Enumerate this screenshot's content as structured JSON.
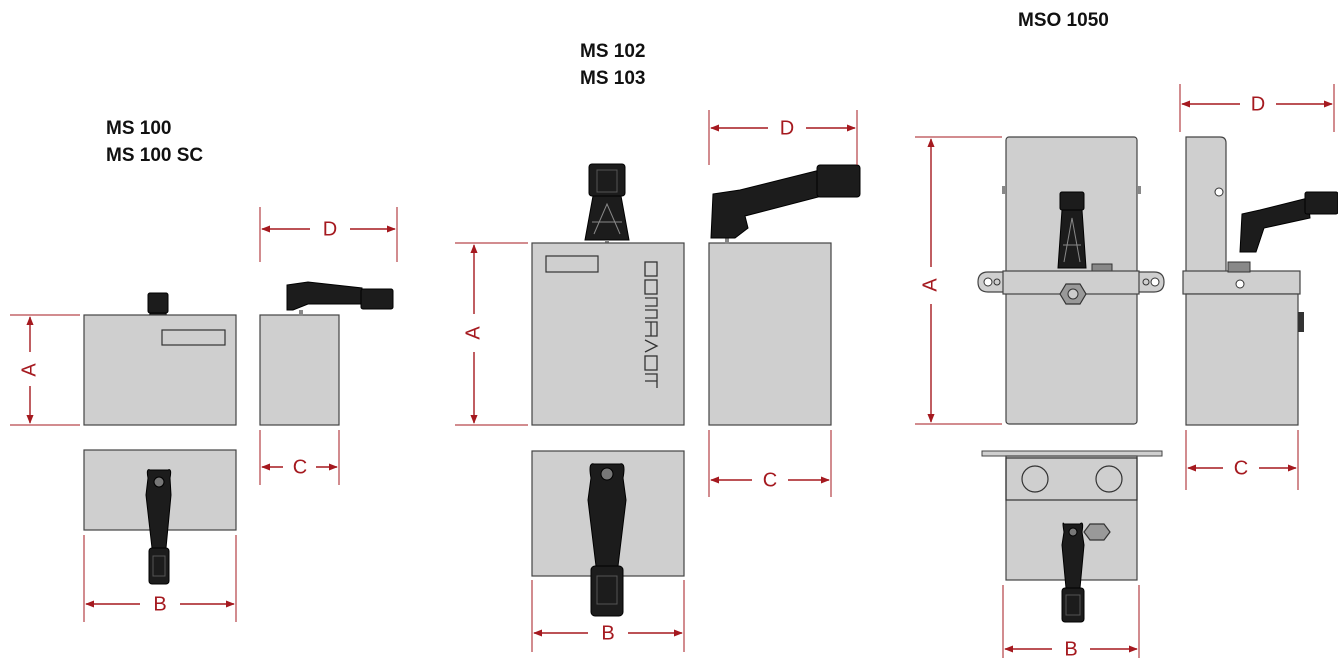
{
  "models": {
    "ms100": {
      "line1": "MS 100",
      "line2": "MS 100 SC"
    },
    "ms102": {
      "line1": "MS 102",
      "line2": "MS 103"
    },
    "mso1050": {
      "line1": "MSO 1050"
    }
  },
  "dimensions": {
    "a": "A",
    "b": "B",
    "c": "C",
    "d": "D"
  },
  "colors": {
    "dimension": "#a5191f",
    "body": "#cfcfcf",
    "handle": "#1c1c1c"
  }
}
